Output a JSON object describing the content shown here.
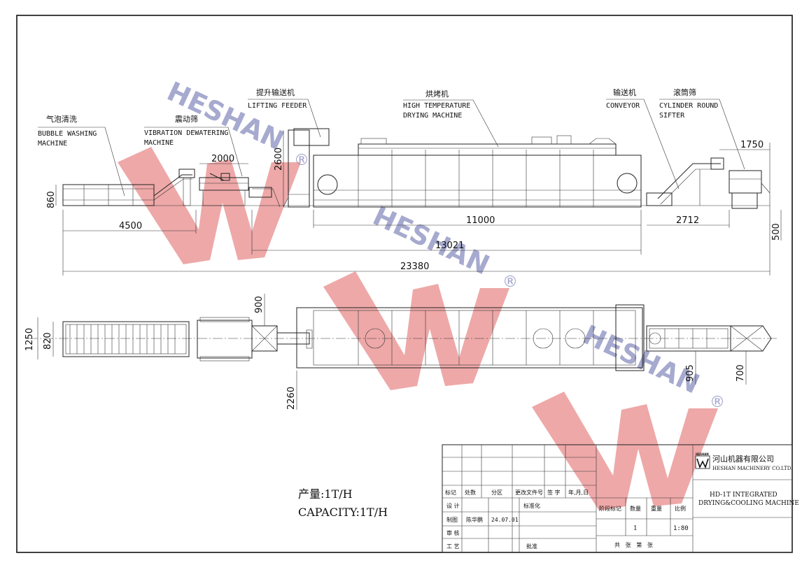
{
  "watermark": {
    "text": "HESHAN",
    "registered": "®",
    "color": "#e06060",
    "text_color": "#8a8ec0"
  },
  "labels": {
    "bubble_cn": "气泡清洗",
    "bubble_en1": "BUBBLE WASHING",
    "bubble_en2": "MACHINE",
    "vib_cn": "震动筛",
    "vib_en1": "VIBRATION DEWATERING",
    "vib_en2": "MACHINE",
    "lift_cn": "提升输送机",
    "lift_en": "LIFTING FEEDER",
    "dry_cn": "烘烤机",
    "dry_en1": "HIGH TEMPERATURE",
    "dry_en2": "DRYING MACHINE",
    "conv_cn": "输送机",
    "conv_en": "CONVEYOR",
    "sift_cn": "滚筒筛",
    "sift_en1": "CYLINDER ROUND",
    "sift_en2": "SIFTER"
  },
  "dimensions": {
    "d860": "860",
    "d2000": "2000",
    "d2600": "2600",
    "d1750": "1750",
    "d4500": "4500",
    "d11000": "11000",
    "d2712": "2712",
    "d500": "500",
    "d13021": "13021",
    "d23380": "23380",
    "d900": "900",
    "d1250": "1250",
    "d820": "820",
    "d2260": "2260",
    "d905": "905",
    "d700": "700"
  },
  "capacity": {
    "cn": "产量:1T/H",
    "en": "CAPACITY:1T/H"
  },
  "title_block": {
    "headers": [
      "标记",
      "处数",
      "分区",
      "更改文件号",
      "签 字",
      "年,月,日"
    ],
    "row_design": "设 计",
    "std": "标准化",
    "row_draw": "制图",
    "drawer": "陈华鹏",
    "date": "24.07.01",
    "row_review": "审 核",
    "row_process": "工 艺",
    "approve": "批准",
    "stage_mark": "阶段标记",
    "qty": "数量",
    "weight": "重量",
    "scale": "比例",
    "qty_val": "1",
    "scale_val": "1:80",
    "sheets": "共   张   第   张",
    "company_cn": "河山机器有限公司",
    "company_en": "HESHAN MACHINERY CO.LTD.",
    "logo_small": "HESHAN",
    "drawing_title1": "HD-1T INTEGRATED",
    "drawing_title2": "DRYING&COOLING MACHINE"
  }
}
